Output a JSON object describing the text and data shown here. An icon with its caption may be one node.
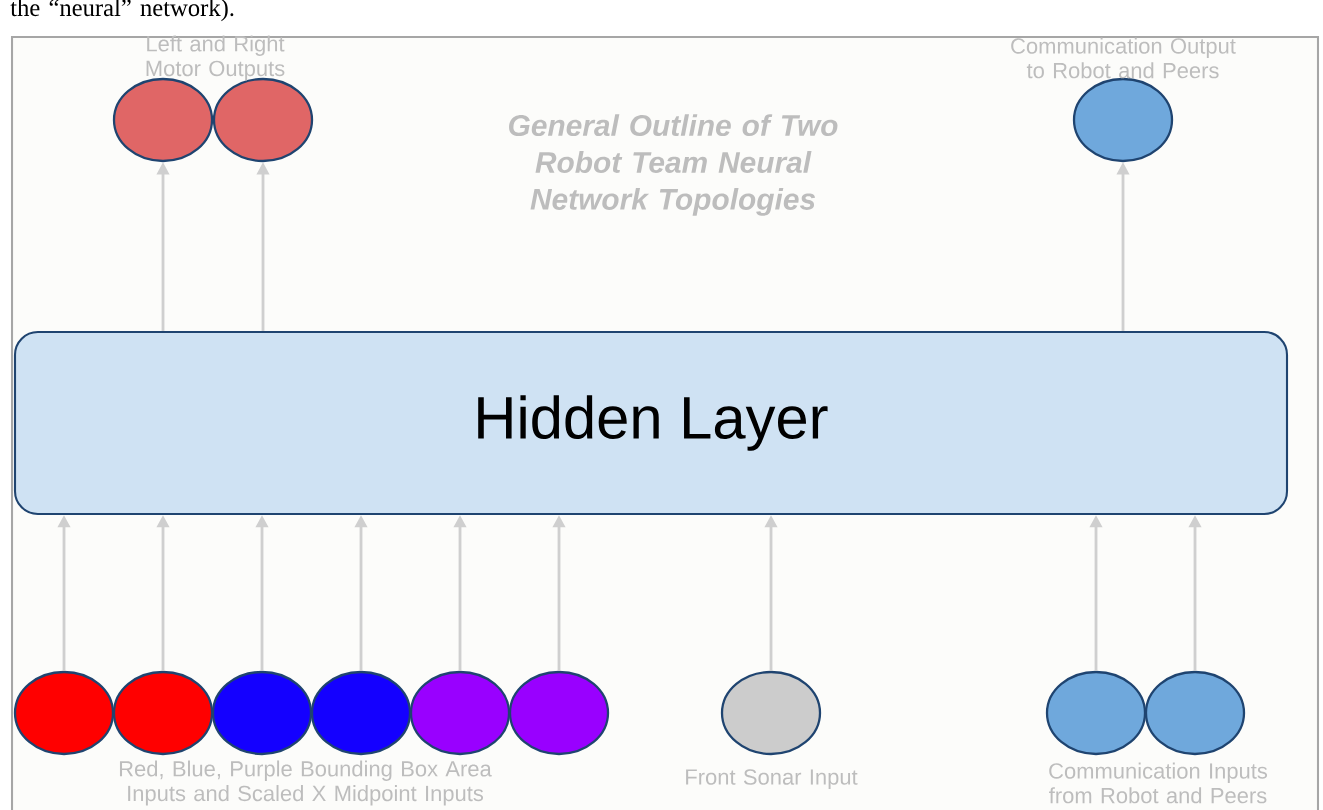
{
  "diagram": {
    "title": "General Outline of Two Robot Team Neural Network Topologies",
    "nodes": [
      {
        "text": [
          "Hidden Layer"
        ]
      },
      {
        "text": [],
        "shape": "circle"
      },
      {
        "text": [],
        "shape": "circle"
      },
      {
        "text": [],
        "shape": "circle"
      },
      {
        "text": [],
        "shape": "circle"
      },
      {
        "text": [],
        "shape": "circle"
      },
      {
        "text": [],
        "shape": "circle"
      },
      {
        "text": [],
        "shape": "circle"
      },
      {
        "text": [],
        "shape": "circle"
      },
      {
        "text": [],
        "shape": "circle"
      },
      {
        "text": [],
        "shape": "circle",
        "beside": [
          "Front Sonar Input"
        ]
      },
      {
        "text": [],
        "shape": "circle"
      },
      {
        "text": [],
        "shape": "circle"
      }
    ],
    "edges": [
      {
        "from": 0,
        "to": 1,
        "arrow": "to"
      },
      {
        "from": 0,
        "to": 2,
        "arrow": "to"
      },
      {
        "from": 0,
        "to": 3,
        "arrow": "to"
      },
      {
        "from": 4,
        "to": 0,
        "arrow": "to"
      },
      {
        "from": 5,
        "to": 0,
        "arrow": "to"
      },
      {
        "from": 6,
        "to": 0,
        "arrow": "to"
      },
      {
        "from": 7,
        "to": 0,
        "arrow": "to"
      },
      {
        "from": 8,
        "to": 0,
        "arrow": "to"
      },
      {
        "from": 9,
        "to": 0,
        "arrow": "to"
      },
      {
        "from": 10,
        "to": 0,
        "arrow": "to"
      },
      {
        "from": 11,
        "to": 0,
        "arrow": "to"
      },
      {
        "from": 12,
        "to": 0,
        "arrow": "to"
      }
    ],
    "labels": [
      "the “neural” network).",
      "Left and Right Motor Outputs",
      "Communication Output to Robot and Peers",
      "Red, Blue, Purple Bounding Box Area Inputs and Scaled X Midpoint Inputs",
      "Communication Inputs from Robot and Peers"
    ]
  }
}
